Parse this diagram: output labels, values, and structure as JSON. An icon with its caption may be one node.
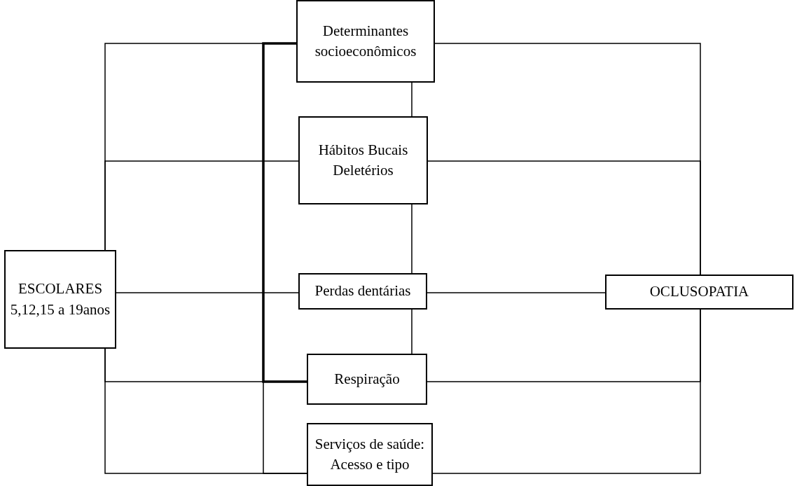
{
  "diagram": {
    "nodes": [
      {
        "text": [
          "Determinantes socioeconômicos"
        ]
      },
      {
        "text": [
          "Hábitos Bucais Deletérios"
        ]
      },
      {
        "text": [
          "ESCOLARES 5,12,15 a 19anos"
        ]
      },
      {
        "text": [
          "Perdas dentárias"
        ]
      },
      {
        "text": [
          "OCLUSOPATIA"
        ]
      },
      {
        "text": [
          "Respiração"
        ]
      },
      {
        "text": [
          "Serviços de saúde: Acesso e tipo"
        ]
      }
    ],
    "edges": [
      {
        "from": 2,
        "to": 0,
        "arrow": "none"
      },
      {
        "from": 2,
        "to": 1,
        "arrow": "none"
      },
      {
        "from": 2,
        "to": 3,
        "arrow": "none"
      },
      {
        "from": 2,
        "to": 5,
        "arrow": "none"
      },
      {
        "from": 2,
        "to": 6,
        "arrow": "none"
      },
      {
        "from": 0,
        "to": 1,
        "arrow": "none"
      },
      {
        "from": 1,
        "to": 3,
        "arrow": "none"
      },
      {
        "from": 3,
        "to": 5,
        "arrow": "none"
      },
      {
        "from": 3,
        "to": 4,
        "arrow": "none"
      },
      {
        "from": 0,
        "to": 4,
        "arrow": "none"
      },
      {
        "from": 1,
        "to": 4,
        "arrow": "none"
      },
      {
        "from": 5,
        "to": 4,
        "arrow": "none"
      },
      {
        "from": 6,
        "to": 4,
        "arrow": "none"
      },
      {
        "from": 0,
        "to": 5,
        "arrow": "none",
        "style": "thick"
      },
      {
        "from": 0,
        "to": 6,
        "arrow": "none"
      }
    ]
  }
}
